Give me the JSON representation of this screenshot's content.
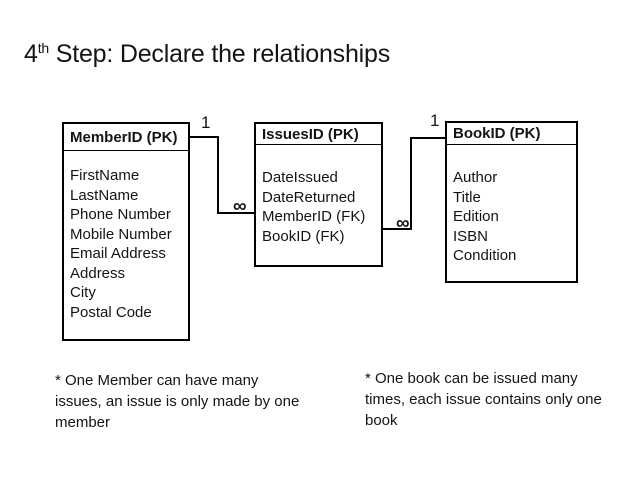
{
  "slide": {
    "title": {
      "prefix": "4",
      "superscript": "th",
      "rest": " Step: Declare the relationships"
    }
  },
  "diagram": {
    "boxes": [
      {
        "title": "MemberID (PK)",
        "fields": [
          "FirstName",
          "LastName",
          "Phone Number",
          "Mobile Number",
          "Email Address",
          "Address",
          "City",
          "Postal Code"
        ]
      },
      {
        "title": "IssuesID (PK)",
        "fields": [
          "DateIssued",
          "DateReturned",
          "MemberID (FK)",
          "BookID (FK)"
        ]
      },
      {
        "title": "BookID (PK)",
        "fields": [
          "Author",
          "Title",
          "Edition",
          "ISBN",
          "Condition"
        ]
      }
    ],
    "connectors": [
      {
        "one_label": "1",
        "many_label": "∞"
      },
      {
        "one_label": "1",
        "many_label": "∞"
      }
    ]
  },
  "notes": [
    {
      "lines": [
        "* One Member can have many",
        "issues, an issue is only made by one",
        "member"
      ]
    },
    {
      "lines": [
        "* One book can be issued many",
        "times, each issue contains only one",
        "book"
      ]
    }
  ],
  "colors": {
    "background": "#ffffff",
    "text": "#141414",
    "line": "#000000"
  }
}
